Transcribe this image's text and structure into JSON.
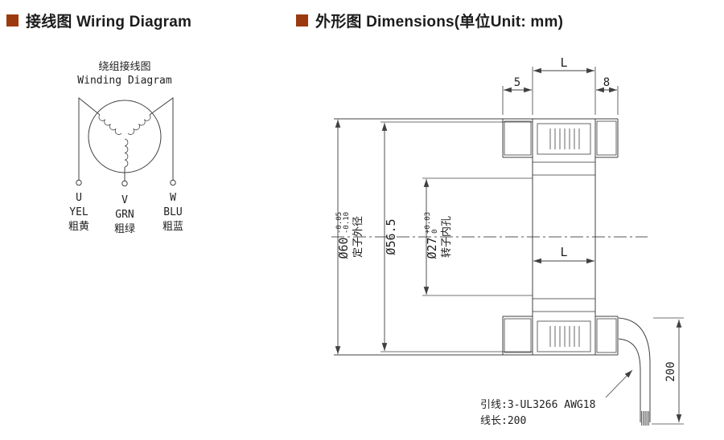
{
  "page": {
    "bg": "#ffffff",
    "accent": "#9c3a0f",
    "line_color": "#404040"
  },
  "sections": {
    "wiring": {
      "title": "接线图 Wiring Diagram"
    },
    "dimensions": {
      "title": "外形图 Dimensions(单位Unit: mm)"
    }
  },
  "wiring_diagram": {
    "caption_cn": "绕组接线图",
    "caption_en": "Winding Diagram",
    "terminals": [
      {
        "phase": "U",
        "wire": "YEL",
        "wire_cn": "粗黄"
      },
      {
        "phase": "V",
        "wire": "GRN",
        "wire_cn": "粗绿"
      },
      {
        "phase": "W",
        "wire": "BLU",
        "wire_cn": "粗蓝"
      }
    ]
  },
  "dimension_drawing": {
    "top_span": "L",
    "left_offset": "5",
    "right_offset": "8",
    "stator_od": {
      "value": "Ø60",
      "tol_upper": "-0.05",
      "tol_lower": "-0.10",
      "label": "定子外径"
    },
    "bore_od": {
      "value": "Ø56.5"
    },
    "rotor_bore": {
      "value": "Ø27",
      "tol_upper": "+0.03",
      "tol_lower": "0",
      "label": "转子内孔"
    },
    "stack_span": "L",
    "lead_length_dim": "200",
    "lead_note_line1": "引线:3-UL3266 AWG18",
    "lead_note_line2": "线长:200"
  }
}
